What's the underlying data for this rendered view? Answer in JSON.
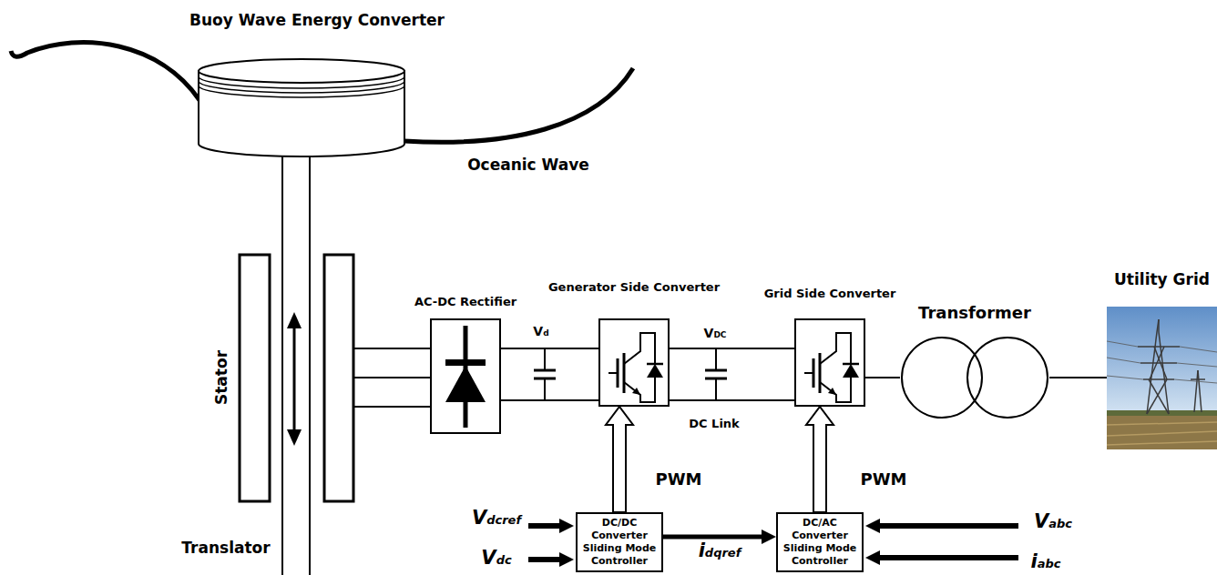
{
  "diagram": {
    "nodes": [
      {
        "text": [
          "AC-DC Rectifier"
        ]
      },
      {
        "text": [
          "Generator Side Converter"
        ]
      },
      {
        "text": [
          "Grid Side Converter"
        ]
      },
      {
        "text": [
          "Transformer"
        ]
      },
      {
        "text": [
          "Utility Grid"
        ]
      },
      {
        "text": [
          "DC/DC Converter Sliding Mode Controller"
        ]
      },
      {
        "text": [
          "DC/AC Converter Sliding Mode Controller"
        ]
      }
    ],
    "edges": [
      {
        "from": 0,
        "to": 1,
        "arrow": "none"
      },
      {
        "from": 1,
        "to": 2,
        "arrow": "none"
      },
      {
        "from": 2,
        "to": 3,
        "arrow": "none"
      },
      {
        "from": 3,
        "to": 4,
        "arrow": "none"
      },
      {
        "from": 5,
        "to": 1,
        "arrow": "to",
        "label": "PWM"
      },
      {
        "from": 6,
        "to": 2,
        "arrow": "to",
        "label": "PWM"
      },
      {
        "from": 5,
        "to": 6,
        "arrow": "to",
        "label": "idqref"
      }
    ],
    "labels": [
      "Buoy Wave Energy Converter",
      "Oceanic Wave",
      "Stator",
      "Translator",
      "Vd",
      "VDC",
      "DC Link",
      "Vdcref",
      "Vdc",
      "Vabc",
      "iabc"
    ]
  }
}
